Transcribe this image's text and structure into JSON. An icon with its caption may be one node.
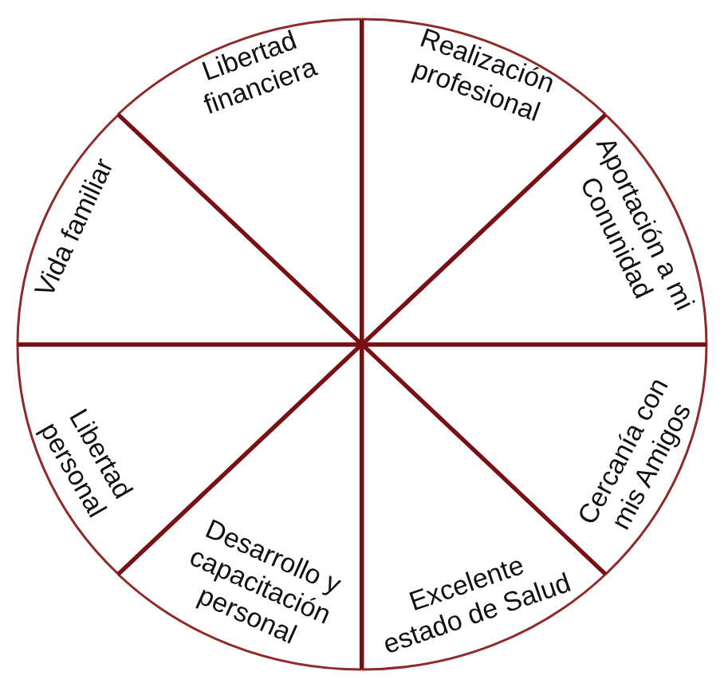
{
  "diagram": {
    "nodes": [
      {
        "text": [
          "Libertad financiera"
        ]
      },
      {
        "text": [
          "Realización profesional"
        ]
      },
      {
        "text": [
          "Aportación a mi Conunidad"
        ]
      },
      {
        "text": [
          "Cercanía con mis Amigos"
        ]
      },
      {
        "text": [
          "Excelente estado de Salud"
        ]
      },
      {
        "text": [
          "Desarrollo y capacitación personal"
        ]
      },
      {
        "text": [
          "Libertad personal"
        ]
      },
      {
        "text": [
          "Vida familiar"
        ]
      }
    ]
  }
}
